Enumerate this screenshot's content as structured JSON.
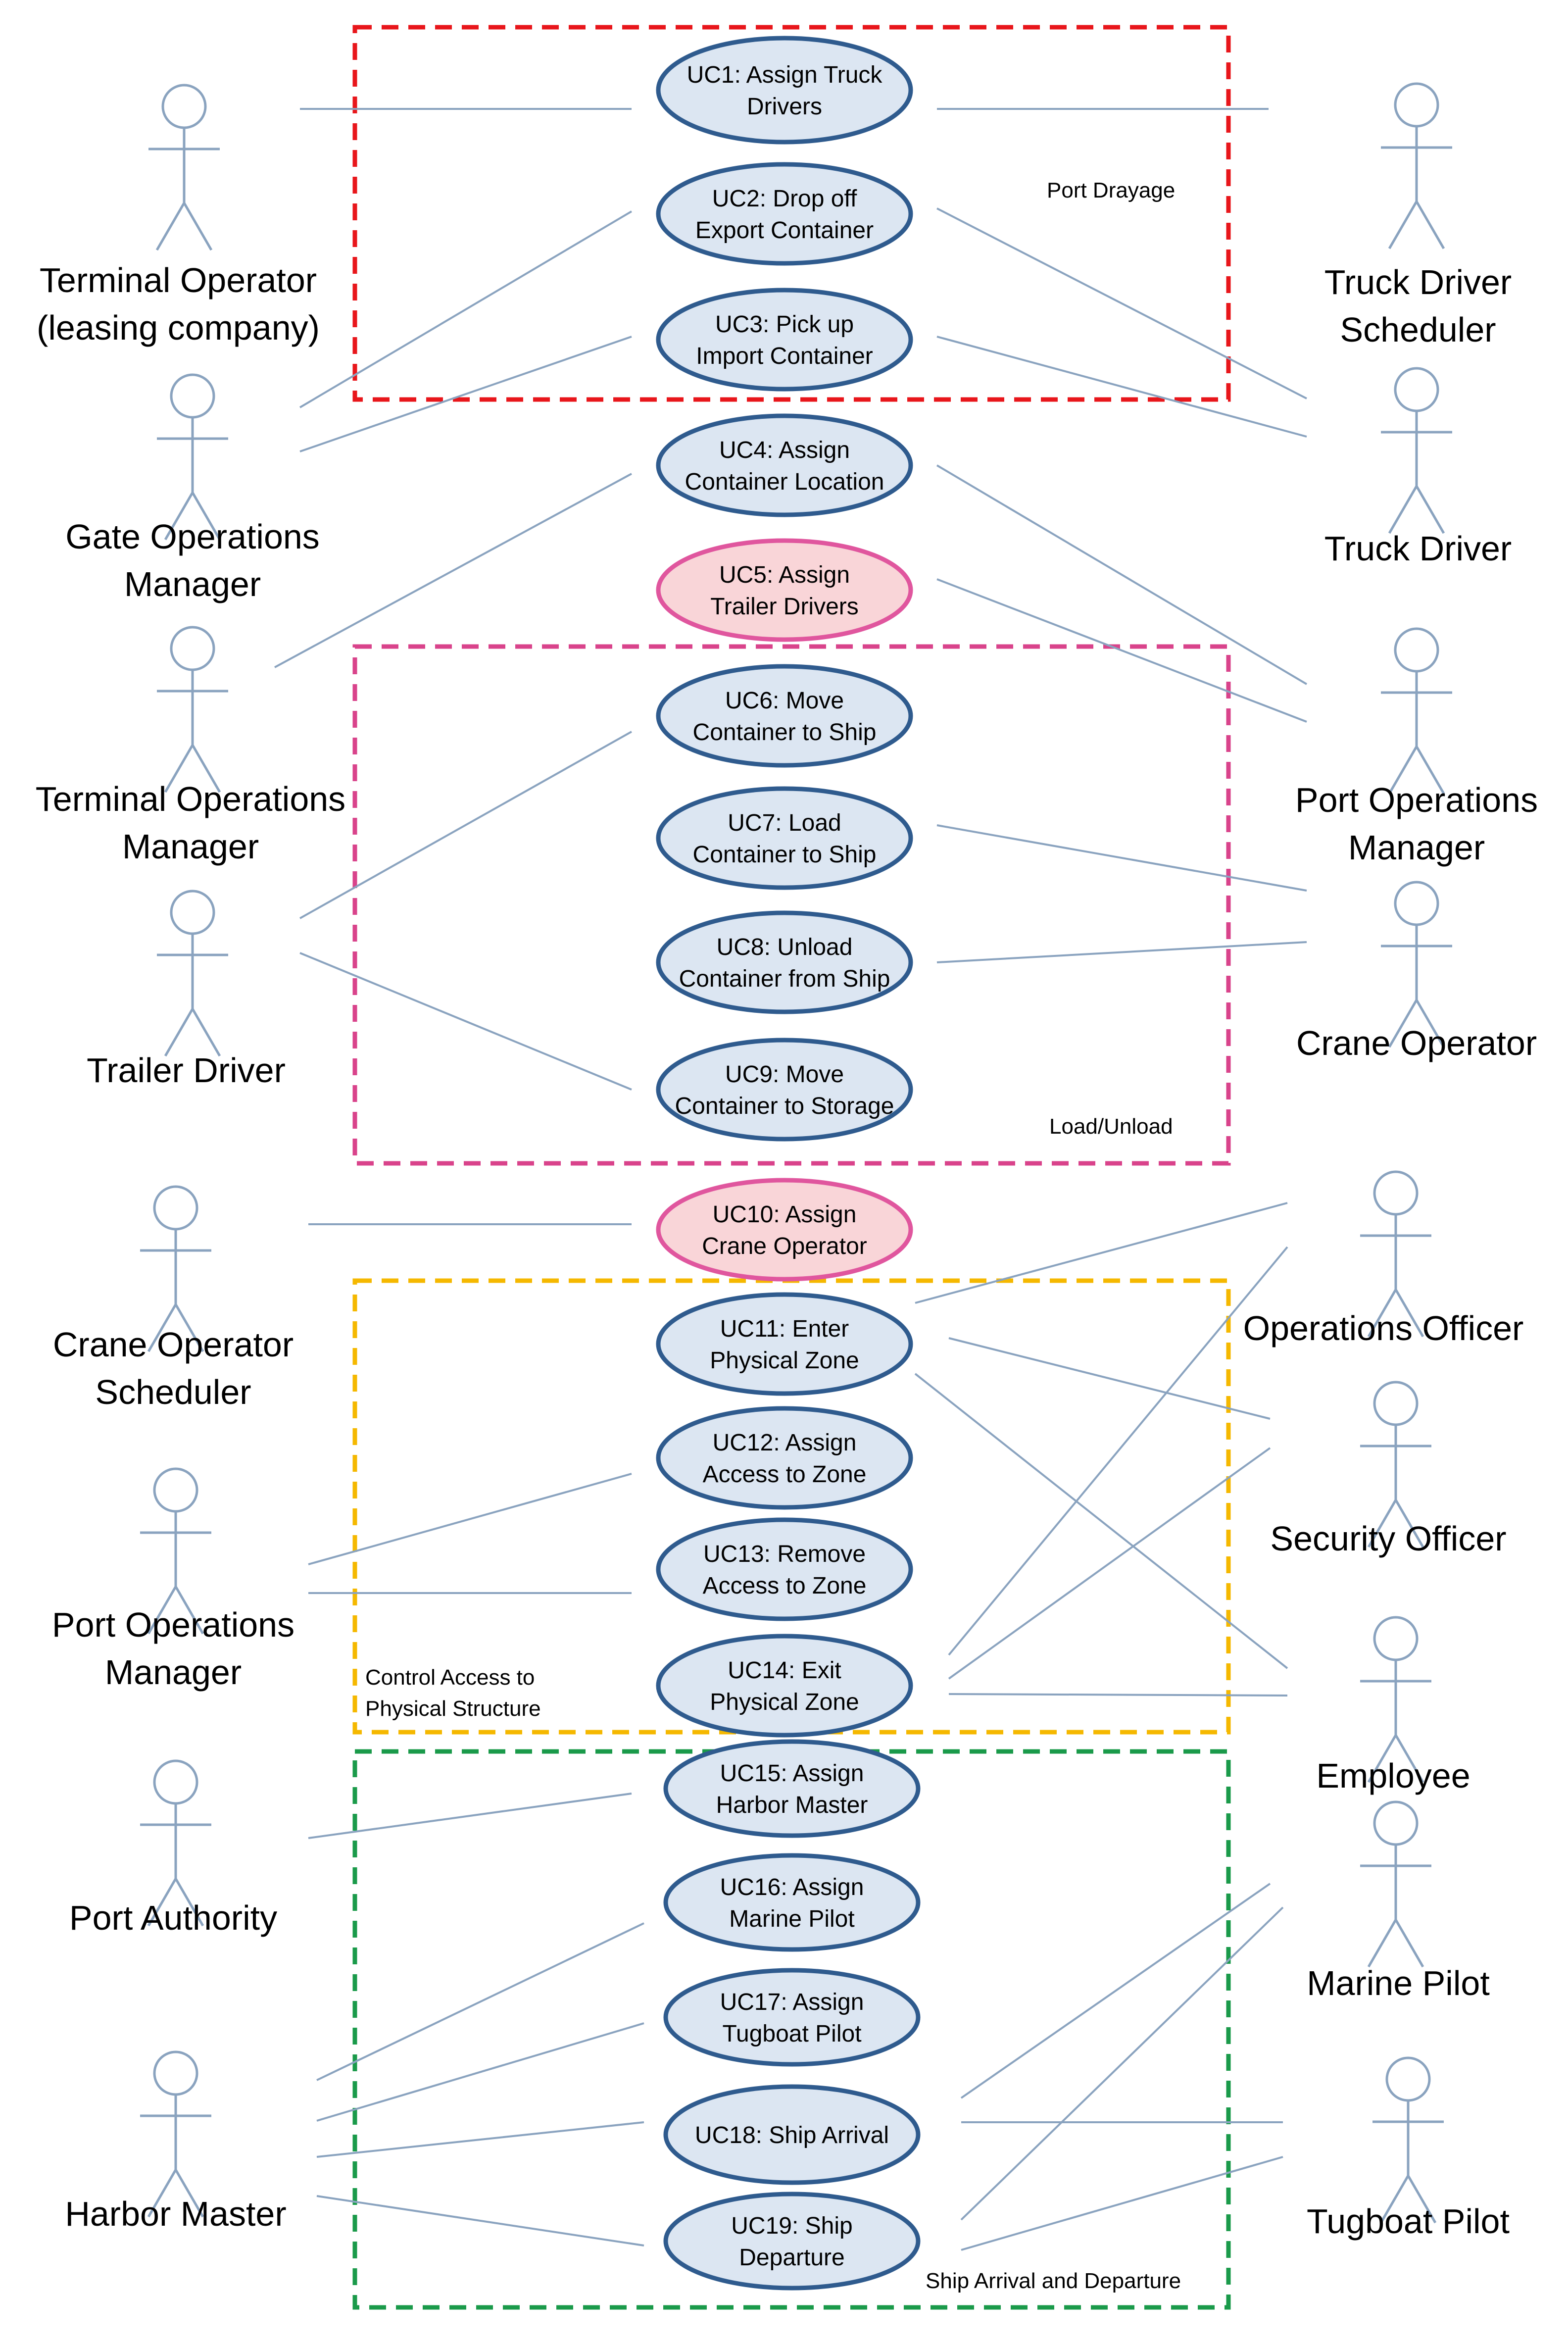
{
  "colors": {
    "ellipse_fill": "#dce6f2",
    "ellipse_stroke": "#2f5b8e",
    "highlight_fill": "#f9d5d8",
    "highlight_stroke": "#e0569e",
    "line": "#8aa3bf",
    "group_port_drayage": "#e8161b",
    "group_load_unload": "#d9438b",
    "group_access": "#f5b800",
    "group_ship": "#1a9a4a"
  },
  "groups": [
    {
      "key": "port_drayage",
      "label": "Port Drayage"
    },
    {
      "key": "load_unload",
      "label": "Load/Unload"
    },
    {
      "key": "access",
      "label_lines": [
        "Control Access to",
        "Physical Structure"
      ]
    },
    {
      "key": "ship",
      "label": "Ship Arrival and Departure"
    }
  ],
  "use_cases": [
    {
      "id": "UC1",
      "lines": [
        "UC1: Assign Truck",
        "Drivers"
      ]
    },
    {
      "id": "UC2",
      "lines": [
        "UC2: Drop off",
        "Export Container"
      ]
    },
    {
      "id": "UC3",
      "lines": [
        "UC3: Pick up",
        "Import Container"
      ]
    },
    {
      "id": "UC4",
      "lines": [
        "UC4: Assign",
        "Container Location"
      ]
    },
    {
      "id": "UC5",
      "lines": [
        "UC5: Assign",
        "Trailer Drivers"
      ],
      "highlight": true
    },
    {
      "id": "UC6",
      "lines": [
        "UC6: Move",
        "Container to Ship"
      ]
    },
    {
      "id": "UC7",
      "lines": [
        "UC7: Load",
        "Container to Ship"
      ]
    },
    {
      "id": "UC8",
      "lines": [
        "UC8: Unload",
        "Container from Ship"
      ]
    },
    {
      "id": "UC9",
      "lines": [
        "UC9: Move",
        "Container to Storage"
      ]
    },
    {
      "id": "UC10",
      "lines": [
        "UC10: Assign",
        "Crane Operator"
      ],
      "highlight": true
    },
    {
      "id": "UC11",
      "lines": [
        "UC11: Enter",
        "Physical Zone"
      ]
    },
    {
      "id": "UC12",
      "lines": [
        "UC12: Assign",
        "Access to Zone"
      ]
    },
    {
      "id": "UC13",
      "lines": [
        "UC13: Remove",
        "Access to Zone"
      ]
    },
    {
      "id": "UC14",
      "lines": [
        "UC14: Exit",
        "Physical Zone"
      ]
    },
    {
      "id": "UC15",
      "lines": [
        "UC15: Assign",
        "Harbor Master"
      ]
    },
    {
      "id": "UC16",
      "lines": [
        "UC16: Assign",
        "Marine Pilot"
      ]
    },
    {
      "id": "UC17",
      "lines": [
        "UC17: Assign",
        "Tugboat Pilot"
      ]
    },
    {
      "id": "UC18",
      "lines": [
        "UC18: Ship Arrival"
      ]
    },
    {
      "id": "UC19",
      "lines": [
        "UC19: Ship",
        "Departure"
      ]
    }
  ],
  "actors": [
    {
      "id": "terminal-operator",
      "lines": [
        "Terminal Operator",
        "(leasing company)"
      ]
    },
    {
      "id": "gate-operations-manager",
      "lines": [
        "Gate Operations",
        "Manager"
      ]
    },
    {
      "id": "terminal-operations-manager",
      "lines": [
        "Terminal Operations",
        "Manager"
      ]
    },
    {
      "id": "trailer-driver",
      "lines": [
        "Trailer Driver"
      ]
    },
    {
      "id": "crane-operator-scheduler",
      "lines": [
        "Crane Operator",
        "Scheduler"
      ]
    },
    {
      "id": "port-operations-manager-left",
      "lines": [
        "Port Operations",
        "Manager"
      ]
    },
    {
      "id": "port-authority",
      "lines": [
        "Port Authority"
      ]
    },
    {
      "id": "harbor-master",
      "lines": [
        "Harbor Master"
      ]
    },
    {
      "id": "truck-driver-scheduler",
      "lines": [
        "Truck Driver",
        "Scheduler"
      ]
    },
    {
      "id": "truck-driver",
      "lines": [
        "Truck Driver"
      ]
    },
    {
      "id": "port-operations-manager-right",
      "lines": [
        "Port Operations",
        "Manager"
      ]
    },
    {
      "id": "crane-operator",
      "lines": [
        "Crane Operator"
      ]
    },
    {
      "id": "operations-officer",
      "lines": [
        "Operations Officer"
      ]
    },
    {
      "id": "security-officer",
      "lines": [
        "Security Officer"
      ]
    },
    {
      "id": "employee",
      "lines": [
        "Employee"
      ]
    },
    {
      "id": "marine-pilot",
      "lines": [
        "Marine Pilot"
      ]
    },
    {
      "id": "tugboat-pilot",
      "lines": [
        "Tugboat Pilot"
      ]
    }
  ]
}
